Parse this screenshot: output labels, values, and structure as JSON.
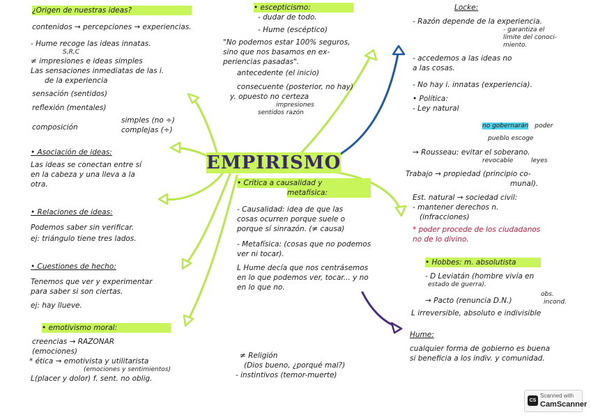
{
  "center_title": "EMPIRISMO",
  "scanner_badge": {
    "line1": "Scanned with",
    "line2": "CamScanner",
    "icon": "camscanner-icon",
    "icon_text": "CS"
  },
  "colors": {
    "green_highlight": "#c8f55a",
    "cyan_highlight": "#4fd1e8",
    "arrow_green": "#b8e84a",
    "arrow_blue": "#1e5aa8",
    "arrow_purple": "#4a2a7a",
    "red_text": "#c21a3a"
  },
  "notes": {
    "origen": [
      "¿Origen de nuestras ideas?",
      "contenidos → percepciones → experiencias."
    ],
    "hume_recoge": [
      "- Hume recoge las ideas innatas.",
      "S,R,C",
      "≠ impresiones e ideas simples",
      "Las sensaciones inmediatas de las i.",
      "de la experiencia"
    ],
    "sensacion": [
      "sensación (sentidos)",
      "reflexión (mentales)",
      "composición",
      "simples (no ÷)",
      "complejas (÷)"
    ],
    "asociacion": [
      "• Asociación de ideas:",
      "Las ideas se conectan entre sí",
      "en la cabeza y una lleva a la",
      "otra."
    ],
    "relaciones": [
      "• Relaciones de ideas:",
      "Podemos saber sin verificar.",
      "ej: triángulo tiene tres lados."
    ],
    "cuestiones": [
      "• Cuestiones de hecho:",
      "Tenemos que ver y experimentar",
      "para saber si son ciertas.",
      "ej: hay llueve."
    ],
    "emotivismo": [
      "• emotivismo moral:",
      "creencias → RAZONAR",
      "(emociones)",
      "* ética → emotivista y utilitarista",
      "(emociones y sentimientos)",
      "L(placer y dolor) f. sent. no oblig."
    ],
    "escepticismo": [
      "• escepticismo:",
      "- dudar de todo.",
      "- Hume (escéptico)",
      "\"No podemos estar 100% seguros,",
      "sino que nos basamos en ex-",
      "periencias pasadas\".",
      "antecedente (el inicio)",
      "consecuente (posterior, no hay)",
      "y. opuesto no certeza",
      "impresiones",
      "sentidos razón"
    ],
    "critica": [
      "• Crítica a causalidad y",
      "metafísica:",
      "- Causalidad: idea de que las",
      "cosas ocurren porque suele o",
      "porque sí sinrazón. (≠ causa)",
      "- Metafísica: (cosas que no podemos",
      "ver ni tocar).",
      "L Hume decía que nos centrásemos",
      "en lo que podemos ver, tocar... y no",
      "en lo que no."
    ],
    "religion": [
      "≠ Religión",
      "(Dios bueno, ¿porqué mal?)",
      "- instintivos (temor-muerte)"
    ],
    "locke": [
      "Locke:",
      "- Razón depende de la experiencia.",
      "- garantiza el",
      "límite del conoci-",
      "miento.",
      "- accedemos a las ideas no",
      "a las cosas.",
      "- No hay i. innatas (experiencia).",
      "• Política:",
      "- Ley natural",
      "no gobernarán",
      "poder",
      "pueblo escoge",
      "→ Rousseau: evitar el soberano.",
      "revocable",
      "leyes",
      "Trabajo → propiedad (principio co-",
      "munal).",
      "Est. natural → sociedad civil:",
      "- mantener derechos n.",
      "(infracciones)",
      "* poder procede de los ciudadanos",
      "no de lo divino."
    ],
    "hobbes": [
      "• Hobbes: m. absolutista",
      "- D Leviatán (hombre vivía en",
      "estado de guerra).",
      "→ Pacto (renuncia D.N.)",
      "obs.",
      "incond.",
      "L irreversible, absoluto e indivisible"
    ],
    "hume_right": [
      "Hume:",
      "cualquier forma de gobierno es buena",
      "si beneficia a los indiv. y comunidad."
    ]
  }
}
